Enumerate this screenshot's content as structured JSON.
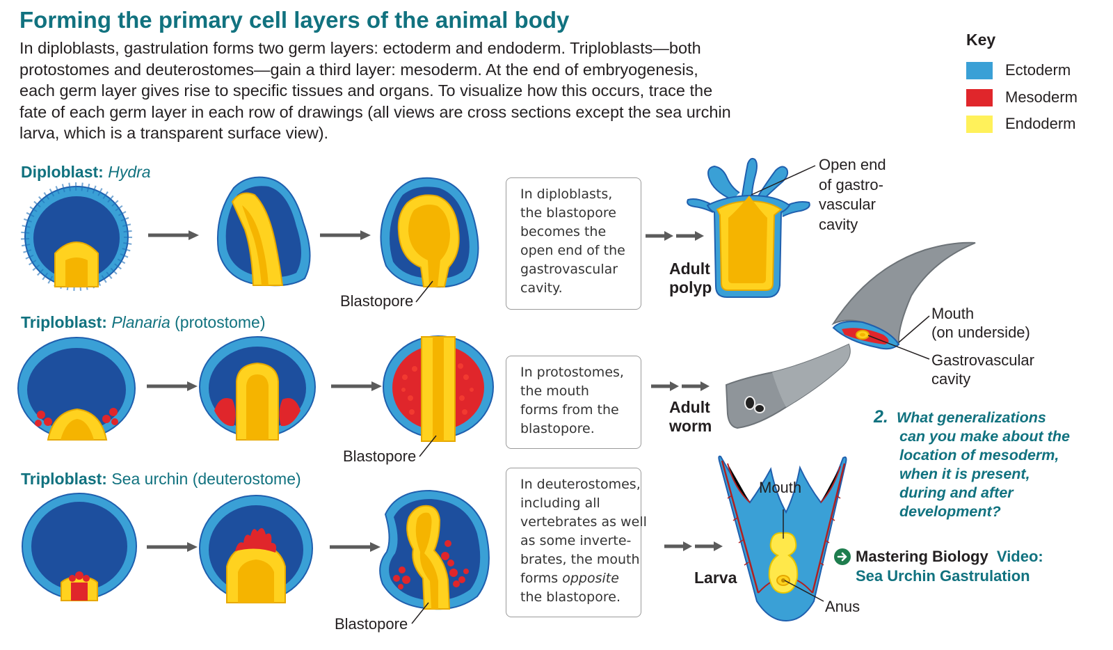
{
  "title": "Forming the primary cell layers of the animal body",
  "intro": [
    "In diploblasts, gastrulation forms two germ layers: ectoderm and endoderm. Triploblasts—both",
    "protostomes and deuterostomes—gain a third layer: mesoderm. At the end of embryogenesis,",
    "each germ layer gives rise to specific tissues and organs. To visualize how this occurs, trace the",
    "fate of each germ layer in each row of drawings (all views are cross sections except the sea urchin",
    "larva, which is a transparent surface view)."
  ],
  "key": {
    "title": "Key",
    "items": [
      {
        "label": "Ectoderm",
        "color": "#3aa0d6"
      },
      {
        "label": "Mesoderm",
        "color": "#e0262b"
      },
      {
        "label": "Endoderm",
        "color": "#fff15a"
      }
    ]
  },
  "colors": {
    "ectoderm_dark": "#1f5fae",
    "cavity": "#1d4f9e",
    "endoderm_fill": "#ffd21f",
    "worm_gray": "#8f959a",
    "teal": "#11727f"
  },
  "rows": [
    {
      "label_bold": "Diploblast:",
      "label_italic": "Hydra",
      "label_rest": "",
      "blastopore": "Blastopore",
      "note": [
        "In diploblasts,",
        "the blastopore",
        "becomes the",
        "open end of the",
        "gastrovascular",
        "cavity."
      ],
      "adult": [
        "Adult",
        "polyp"
      ],
      "adult_labels": {
        "open_end": [
          "Open end",
          "of gastro-",
          "vascular",
          "cavity"
        ]
      }
    },
    {
      "label_bold": "Triploblast:",
      "label_italic": "Planaria",
      "label_rest": " (protostome)",
      "blastopore": "Blastopore",
      "note": [
        "In protostomes,",
        "the mouth",
        "forms from the",
        "blastopore."
      ],
      "adult": [
        "Adult",
        "worm"
      ],
      "adult_labels": {
        "mouth": [
          "Mouth",
          "(on underside)"
        ],
        "cavity": [
          "Gastrovascular",
          "cavity"
        ]
      }
    },
    {
      "label_bold": "Triploblast:",
      "label_italic": "",
      "label_rest": " Sea urchin (deuterostome)",
      "blastopore": "Blastopore",
      "note_parts": [
        "In deuterostomes,",
        "including all",
        "vertebrates as well",
        "as some inverte-",
        "brates, the mouth",
        "forms ",
        "opposite",
        "the blastopore."
      ],
      "adult": [
        "Larva"
      ],
      "adult_labels": {
        "mouth": "Mouth",
        "anus": "Anus"
      }
    }
  ],
  "question": {
    "number": "2.",
    "lines": [
      "What generalizations",
      "can you make about the",
      "location of mesoderm,",
      "when it is present,",
      "during and after",
      "development?"
    ]
  },
  "mastering": {
    "icon": "arrow-circle-icon",
    "brand": "Mastering Biology",
    "type": "Video:",
    "topic": "Sea Urchin Gastrulation"
  }
}
